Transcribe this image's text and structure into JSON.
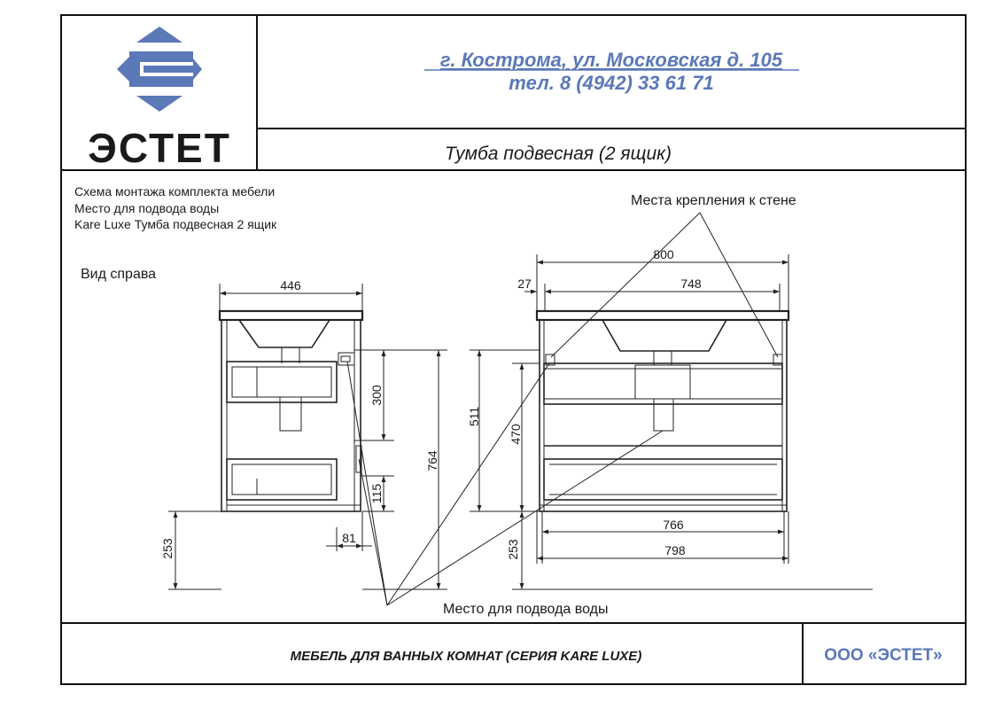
{
  "header": {
    "logo_text": "ЭСТЕТ",
    "address": "г. Кострома, ул. Московская д. 105",
    "phone": "тел. 8 (4942) 33 61 71",
    "product_title": "Тумба подвесная (2 ящик)",
    "accent_color": "#5b78b8"
  },
  "notes": {
    "line1": "Схема монтажа комплекта мебели",
    "line2": "Место для подвода воды",
    "line3": "Kare Luxe Тумба подвесная 2 ящик"
  },
  "side_view": {
    "label": "Вид справа",
    "dim_width": "446",
    "dim_300": "300",
    "dim_764": "764",
    "dim_511": "511",
    "dim_115": "115",
    "dim_81": "81",
    "dim_253": "253"
  },
  "front_view": {
    "callout_wall": "Места крепления к стене",
    "dim_800": "800",
    "dim_27": "27",
    "dim_748": "748",
    "dim_470": "470",
    "dim_766": "766",
    "dim_798": "798",
    "dim_253": "253"
  },
  "water_label": "Место для подвода воды",
  "footer": {
    "series": "МЕБЕЛЬ ДЛЯ ВАННЫХ КОМНАТ (СЕРИЯ KARE LUXE)",
    "company": "ООО «ЭСТЕТ»"
  }
}
